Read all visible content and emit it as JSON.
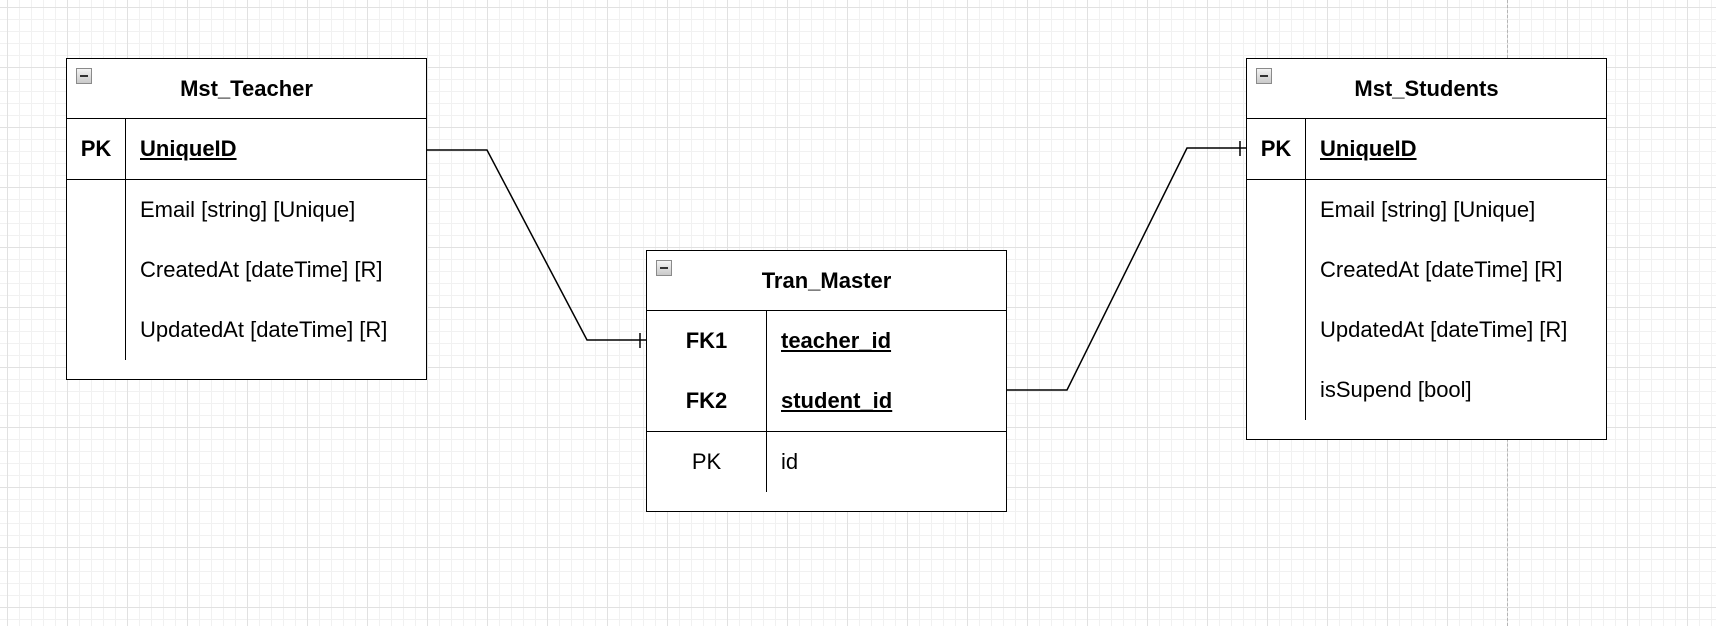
{
  "entities": {
    "teacher": {
      "title": "Mst_Teacher",
      "keys": [
        {
          "key": "PK",
          "name": "UniqueID"
        }
      ],
      "attributes": [
        {
          "key": "",
          "name": "Email [string] [Unique]"
        },
        {
          "key": "",
          "name": "CreatedAt [dateTime] [R]"
        },
        {
          "key": "",
          "name": "UpdatedAt [dateTime] [R]"
        }
      ]
    },
    "tran_master": {
      "title": "Tran_Master",
      "keys": [
        {
          "key": "FK1",
          "name": "teacher_id"
        },
        {
          "key": "FK2",
          "name": "student_id"
        }
      ],
      "attributes": [
        {
          "key": "PK",
          "name": "id"
        }
      ]
    },
    "students": {
      "title": "Mst_Students",
      "keys": [
        {
          "key": "PK",
          "name": "UniqueID"
        }
      ],
      "attributes": [
        {
          "key": "",
          "name": "Email [string] [Unique]"
        },
        {
          "key": "",
          "name": "CreatedAt [dateTime] [R]"
        },
        {
          "key": "",
          "name": "UpdatedAt [dateTime] [R]"
        },
        {
          "key": "",
          "name": "isSupend [bool]"
        }
      ]
    }
  },
  "relationships": [
    {
      "from": "Mst_Teacher.UniqueID",
      "to": "Tran_Master.teacher_id",
      "end_marker": "one"
    },
    {
      "from": "Tran_Master.student_id",
      "to": "Mst_Students.UniqueID",
      "end_marker": "one"
    }
  ],
  "colors": {
    "line": "#000000",
    "grid": "#e1e1e1",
    "background": "#ffffff"
  }
}
